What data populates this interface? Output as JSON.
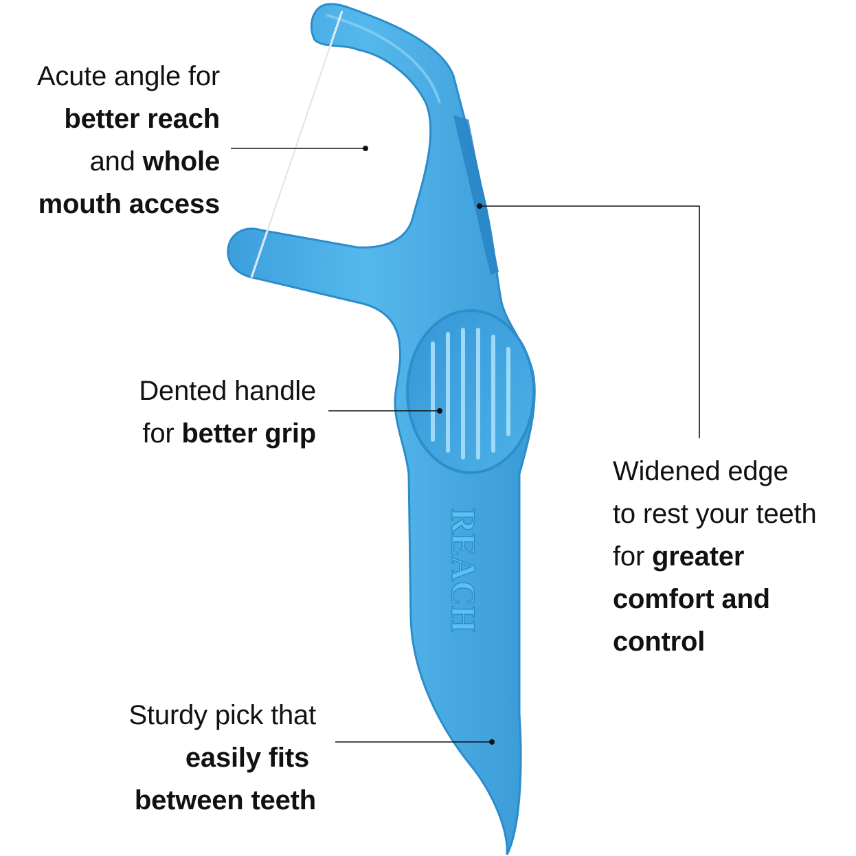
{
  "product": {
    "brand_mark": "REACH",
    "color": "#47aee6",
    "edge_color": "#2a86c6"
  },
  "callouts": {
    "reach": {
      "line1_reg": "Acute angle for",
      "line2_bold": "better reach",
      "line3_reg": "and ",
      "line3_bold": "whole",
      "line4_bold": "mouth access"
    },
    "grip": {
      "line1_reg": "Dented handle",
      "line2_reg": "for ",
      "line2_bold": "better grip"
    },
    "edge": {
      "line1_reg": "Widened edge",
      "line2_reg": "to rest your teeth",
      "line3_reg": "for ",
      "line3_bold": "greater",
      "line4_bold": "comfort and",
      "line5_bold": "control"
    },
    "pick": {
      "line1_reg": "Sturdy pick that",
      "line2_bold": "easily fits",
      "line3_bold": "between teeth"
    }
  }
}
